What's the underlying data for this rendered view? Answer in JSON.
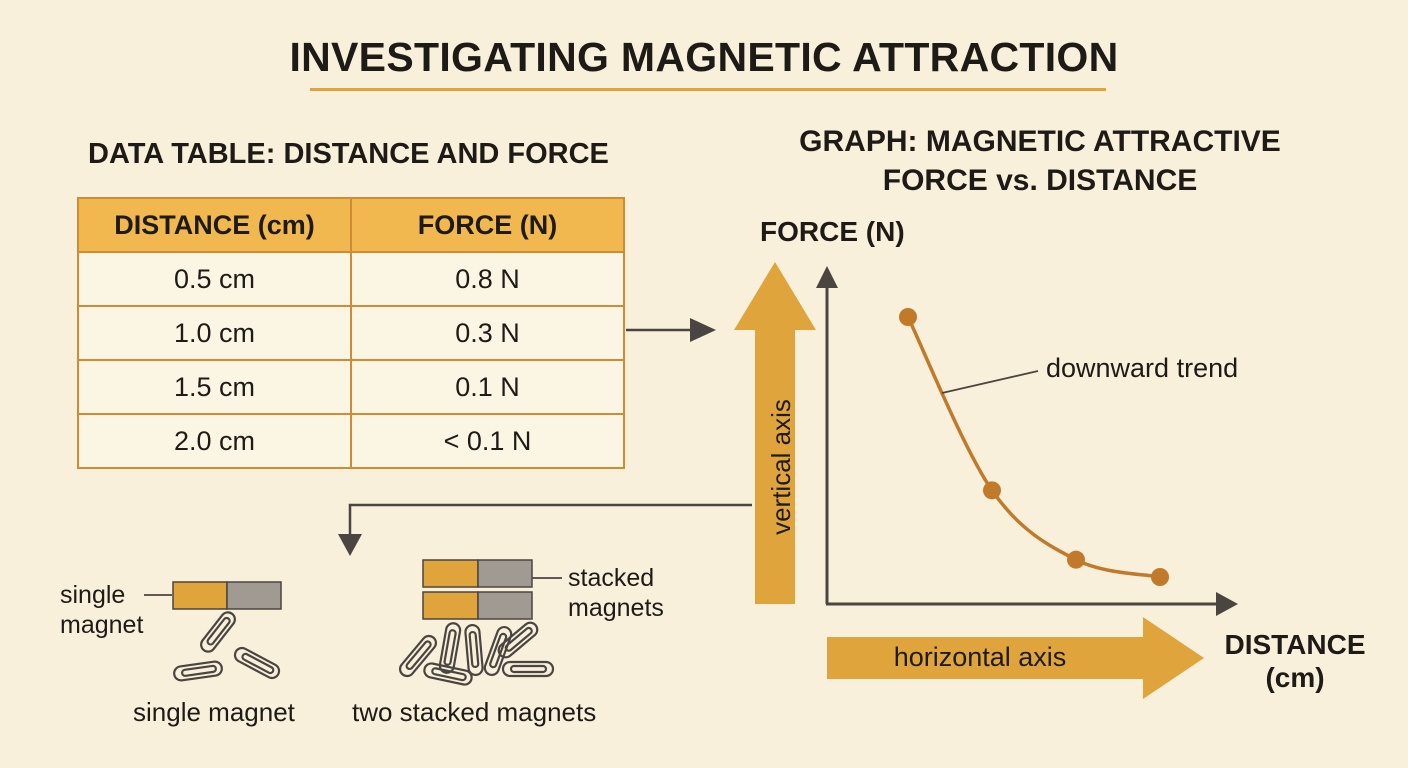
{
  "title": "INVESTIGATING MAGNETIC ATTRACTION",
  "table": {
    "heading": "DATA TABLE: DISTANCE AND FORCE",
    "columns": [
      "DISTANCE (cm)",
      "FORCE (N)"
    ],
    "rows": [
      [
        "0.5 cm",
        "0.8 N"
      ],
      [
        "1.0 cm",
        "0.3 N"
      ],
      [
        "1.5 cm",
        "0.1 N"
      ],
      [
        "2.0 cm",
        "< 0.1 N"
      ]
    ]
  },
  "graph": {
    "heading_line1": "GRAPH: MAGNETIC ATTRACTIVE",
    "heading_line2": "FORCE vs. DISTANCE",
    "y_label": "FORCE (N)",
    "x_label_line1": "DISTANCE",
    "x_label_line2": "(cm)",
    "vertical_arrow_text": "vertical axis",
    "horizontal_arrow_text": "horizontal axis",
    "trend_label": "downward trend"
  },
  "chart_data": {
    "type": "line",
    "x": [
      0.5,
      1.0,
      1.5,
      2.0
    ],
    "y": [
      0.8,
      0.3,
      0.1,
      0.05
    ],
    "xlabel": "DISTANCE (cm)",
    "ylabel": "FORCE (N)",
    "annotation": "downward trend",
    "grid": false
  },
  "magnets": {
    "single_label_line1": "single",
    "single_label_line2": "magnet",
    "stacked_label_line1": "stacked",
    "stacked_label_line2": "magnets",
    "single_caption": "single magnet",
    "stacked_caption": "two stacked magnets"
  },
  "colors": {
    "background": "#f8f0da",
    "accent": "#e0a43c",
    "table_border": "#cf8c35",
    "curve": "#c07a2a",
    "magnet_gray": "#a09a92",
    "axis": "#4a4540"
  }
}
